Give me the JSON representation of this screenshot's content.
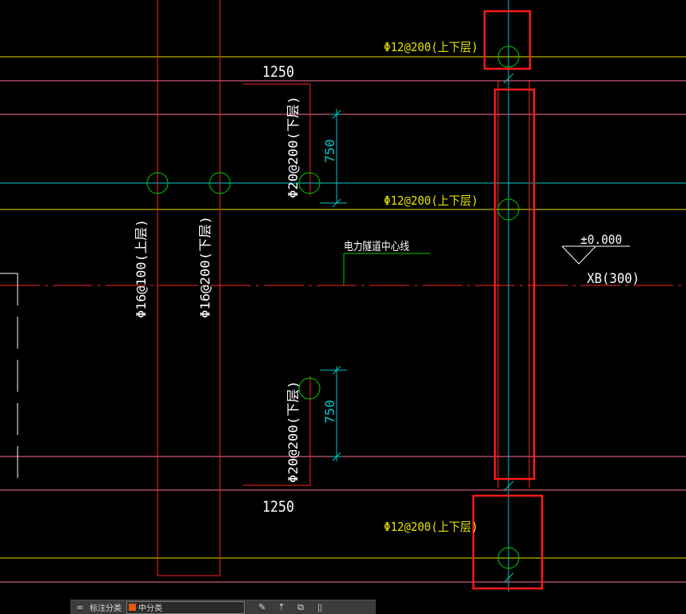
{
  "drawing": {
    "labels": {
      "rebar_top_1": "Φ12@200(上下层)",
      "rebar_mid": "Φ12@200(上下层)",
      "rebar_bottom": "Φ12@200(上下层)",
      "rebar_vertical_top": "Φ20@200(下层)",
      "rebar_vertical_bottom": "Φ20@200(下层)",
      "rebar_left_1": "Φ16@100(上层)",
      "rebar_left_2": "Φ16@200(下层)",
      "dim_top": "1250",
      "dim_bottom": "1250",
      "dim_750_top": "750",
      "dim_750_bottom": "750",
      "centerline_label": "电力隧道中心线",
      "elevation": "±0.000",
      "slab_tag": "XB(300)"
    },
    "colors": {
      "background": "#000000",
      "yellow": "#e6e600",
      "red": "#ff2020",
      "pink": "#ff6f8f",
      "cyan": "#00c8c8",
      "green": "#00d000",
      "white": "#ffffff",
      "highlight_box": "#ff1a1a"
    }
  },
  "toolbar": {
    "layer_label": "标注分类",
    "layer_value": "中分类",
    "icons": [
      "layer-icon",
      "edit-icon",
      "up-icon",
      "copy-icon",
      "delete-icon"
    ]
  }
}
